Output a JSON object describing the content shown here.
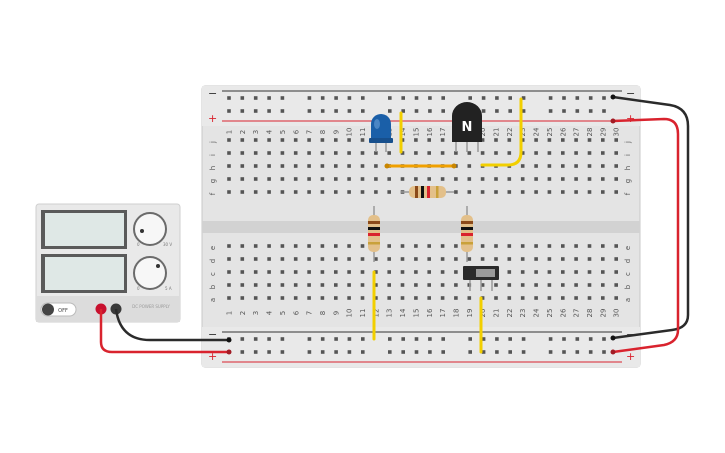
{
  "breadboard": {
    "rail_minus": "−",
    "rail_plus": "+",
    "top_rows": [
      "j",
      "i",
      "h",
      "g",
      "f"
    ],
    "bottom_rows": [
      "e",
      "d",
      "c",
      "b",
      "a"
    ],
    "column_count": 30
  },
  "power_supply": {
    "off_label": "OFF",
    "voltage_max": "30 V",
    "current_max": "5 A",
    "knob_min": "0",
    "brand_label": "DC POWER SUPPLY"
  },
  "transistor": {
    "type_label": "N"
  },
  "colors": {
    "board": "#e2e2e2",
    "rail_red": "#d9232e",
    "wire_red": "#d9232e",
    "wire_black": "#2b2b2b",
    "jumper_yellow": "#f2cf00",
    "jumper_orange": "#f0a000",
    "led_blue": "#1a5fa8",
    "transistor_body": "#222222"
  }
}
